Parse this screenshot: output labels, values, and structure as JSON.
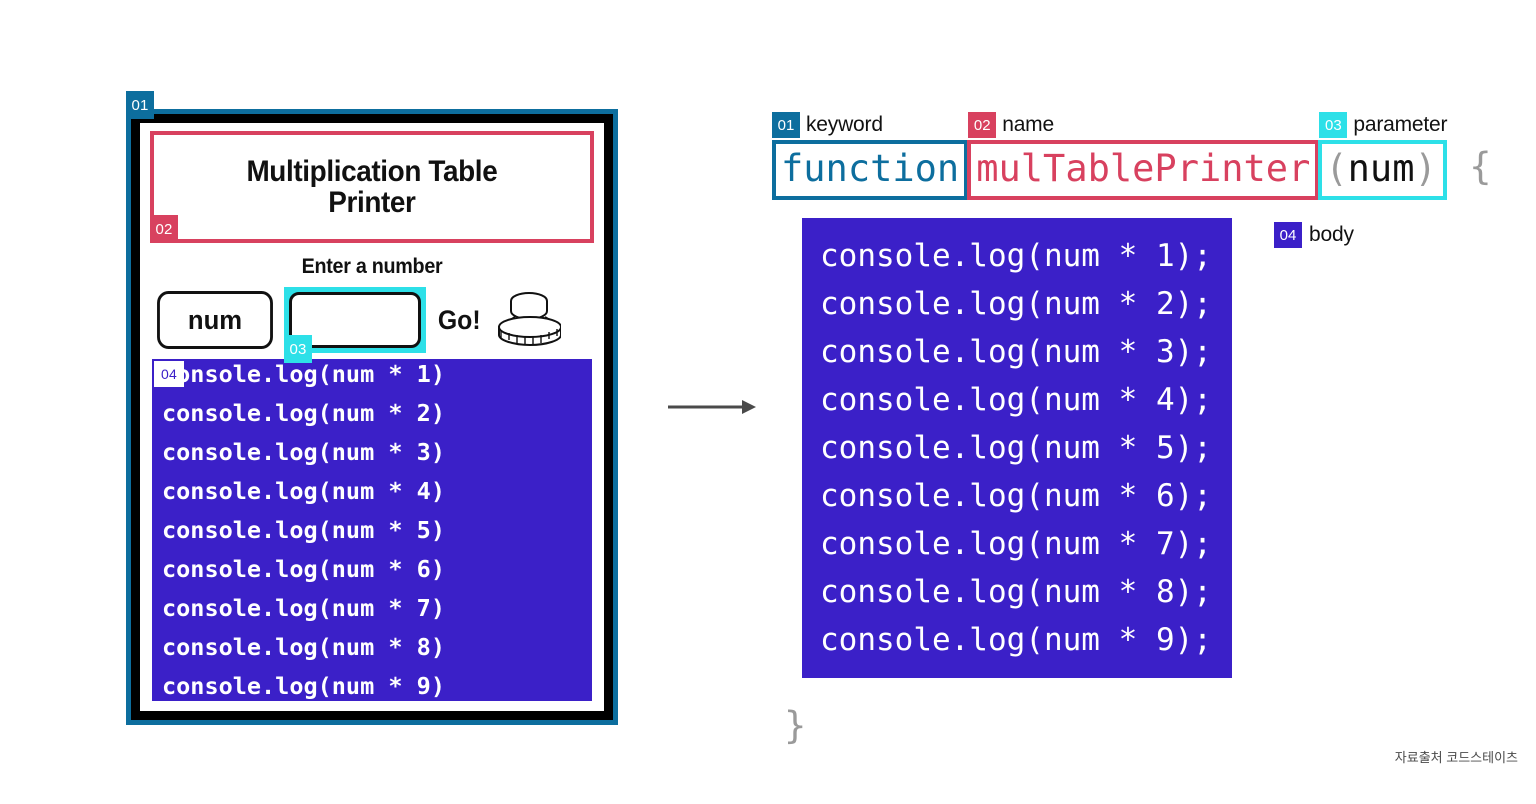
{
  "app": {
    "title": "Multiplication Table\nPrinter",
    "title_line1": "Multiplication Table",
    "title_line2": "Printer",
    "prompt": "Enter a number",
    "variable_chip": "num",
    "input_value": "",
    "input_placeholder": "",
    "go_label": "Go!",
    "go_icon": "stamp-button-icon",
    "code_lines": [
      "console.log(num * 1)",
      "console.log(num * 2)",
      "console.log(num * 3)",
      "console.log(num * 4)",
      "console.log(num * 5)",
      "console.log(num * 6)",
      "console.log(num * 7)",
      "console.log(num * 8)",
      "console.log(num * 9)"
    ]
  },
  "badges": {
    "n01": "01",
    "n02": "02",
    "n03": "03",
    "n04": "04"
  },
  "annotations": {
    "keyword": {
      "num": "01",
      "label": "keyword",
      "color": "#0D6E9E"
    },
    "name": {
      "num": "02",
      "label": "name",
      "color": "#D8415F"
    },
    "parameter": {
      "num": "03",
      "label": "parameter",
      "color": "#2DE0E8"
    },
    "body": {
      "num": "04",
      "label": "body",
      "color": "#3B20C8"
    }
  },
  "function": {
    "keyword": "function",
    "name": "mulTablePrinter",
    "paren_open": "(",
    "parameter": "num",
    "paren_close": ")",
    "brace_open": "{",
    "brace_close": "}",
    "body_lines": [
      "console.log(num * 1);",
      "console.log(num * 2);",
      "console.log(num * 3);",
      "console.log(num * 4);",
      "console.log(num * 5);",
      "console.log(num * 6);",
      "console.log(num * 7);",
      "console.log(num * 8);",
      "console.log(num * 9);"
    ]
  },
  "arrow": {
    "icon": "right-arrow-icon"
  },
  "attribution": "자료출처 코드스테이츠",
  "colors": {
    "teal": "#0D6E9E",
    "crimson": "#D8415F",
    "cyan": "#2DE0E8",
    "purple": "#3B20C8",
    "gray": "#9a9a9a"
  }
}
